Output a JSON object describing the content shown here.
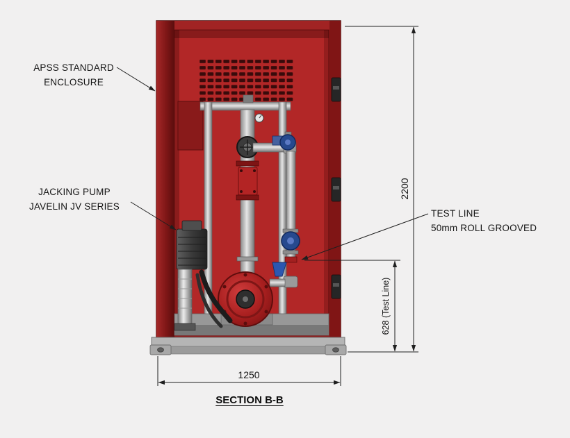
{
  "drawing": {
    "title": "SECTION B-B",
    "callouts": {
      "enclosure": {
        "line1": "APSS STANDARD",
        "line2": "ENCLOSURE"
      },
      "jacking_pump": {
        "line1": "JACKING PUMP",
        "line2": "JAVELIN JV SERIES"
      },
      "test_line": {
        "line1": "TEST LINE",
        "line2": "50mm ROLL GROOVED"
      }
    },
    "dimensions": {
      "overall_height": "2200",
      "test_line_height": "628 (Test Line)",
      "overall_width": "1250"
    },
    "colors": {
      "background": "#f1f0f0",
      "enclosure_red": "#b22727",
      "enclosure_dark_red": "#7e1616",
      "line_color": "#1f1f1f"
    }
  }
}
